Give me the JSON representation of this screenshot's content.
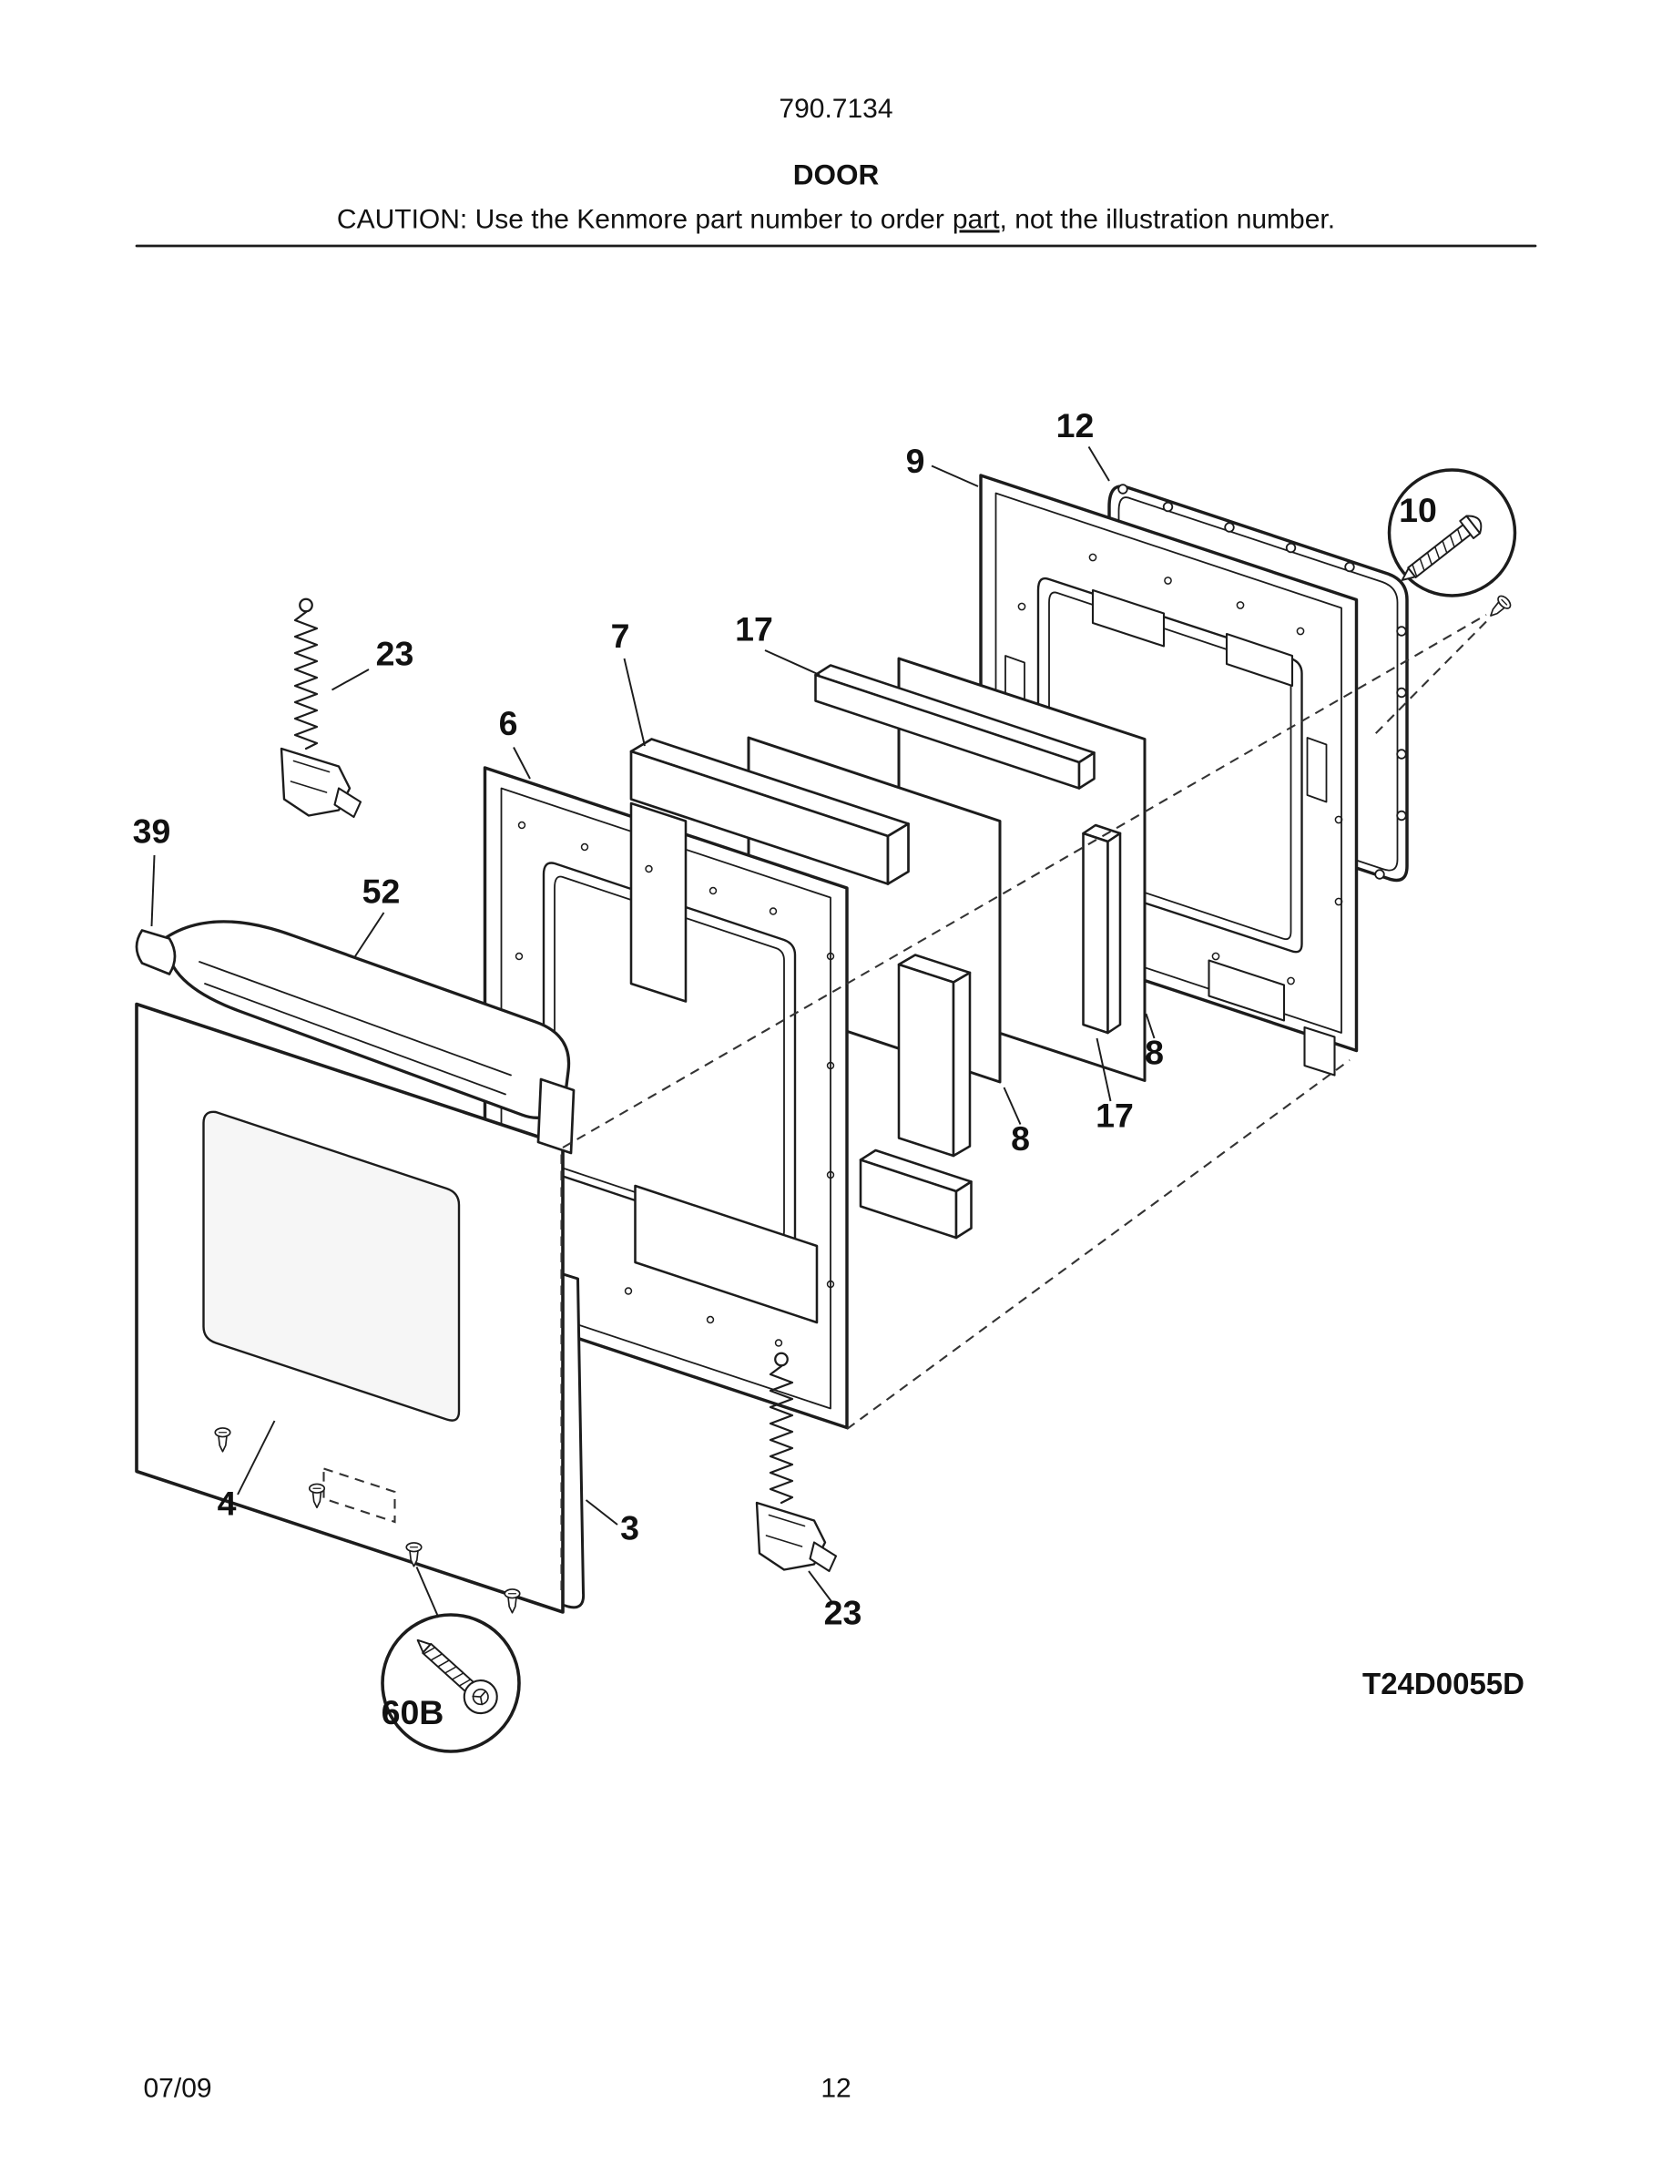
{
  "page": {
    "model_number": "790.7134",
    "title": "DOOR",
    "caution": {
      "prefix": "CAUTION: Use the Kenmore part number to order",
      "underlined": "part",
      "suffix": ", not the illustration number."
    },
    "diagram_code": "T24D0055D",
    "footer": {
      "date": "07/09",
      "page_number": "12"
    }
  },
  "callouts": [
    {
      "label": "12"
    },
    {
      "label": "9"
    },
    {
      "label": "10"
    },
    {
      "label": "23"
    },
    {
      "label": "7"
    },
    {
      "label": "17"
    },
    {
      "label": "6"
    },
    {
      "label": "39"
    },
    {
      "label": "52"
    },
    {
      "label": "8"
    },
    {
      "label": "17"
    },
    {
      "label": "8"
    },
    {
      "label": "4"
    },
    {
      "label": "3"
    },
    {
      "label": "23"
    },
    {
      "label": "60B"
    }
  ]
}
